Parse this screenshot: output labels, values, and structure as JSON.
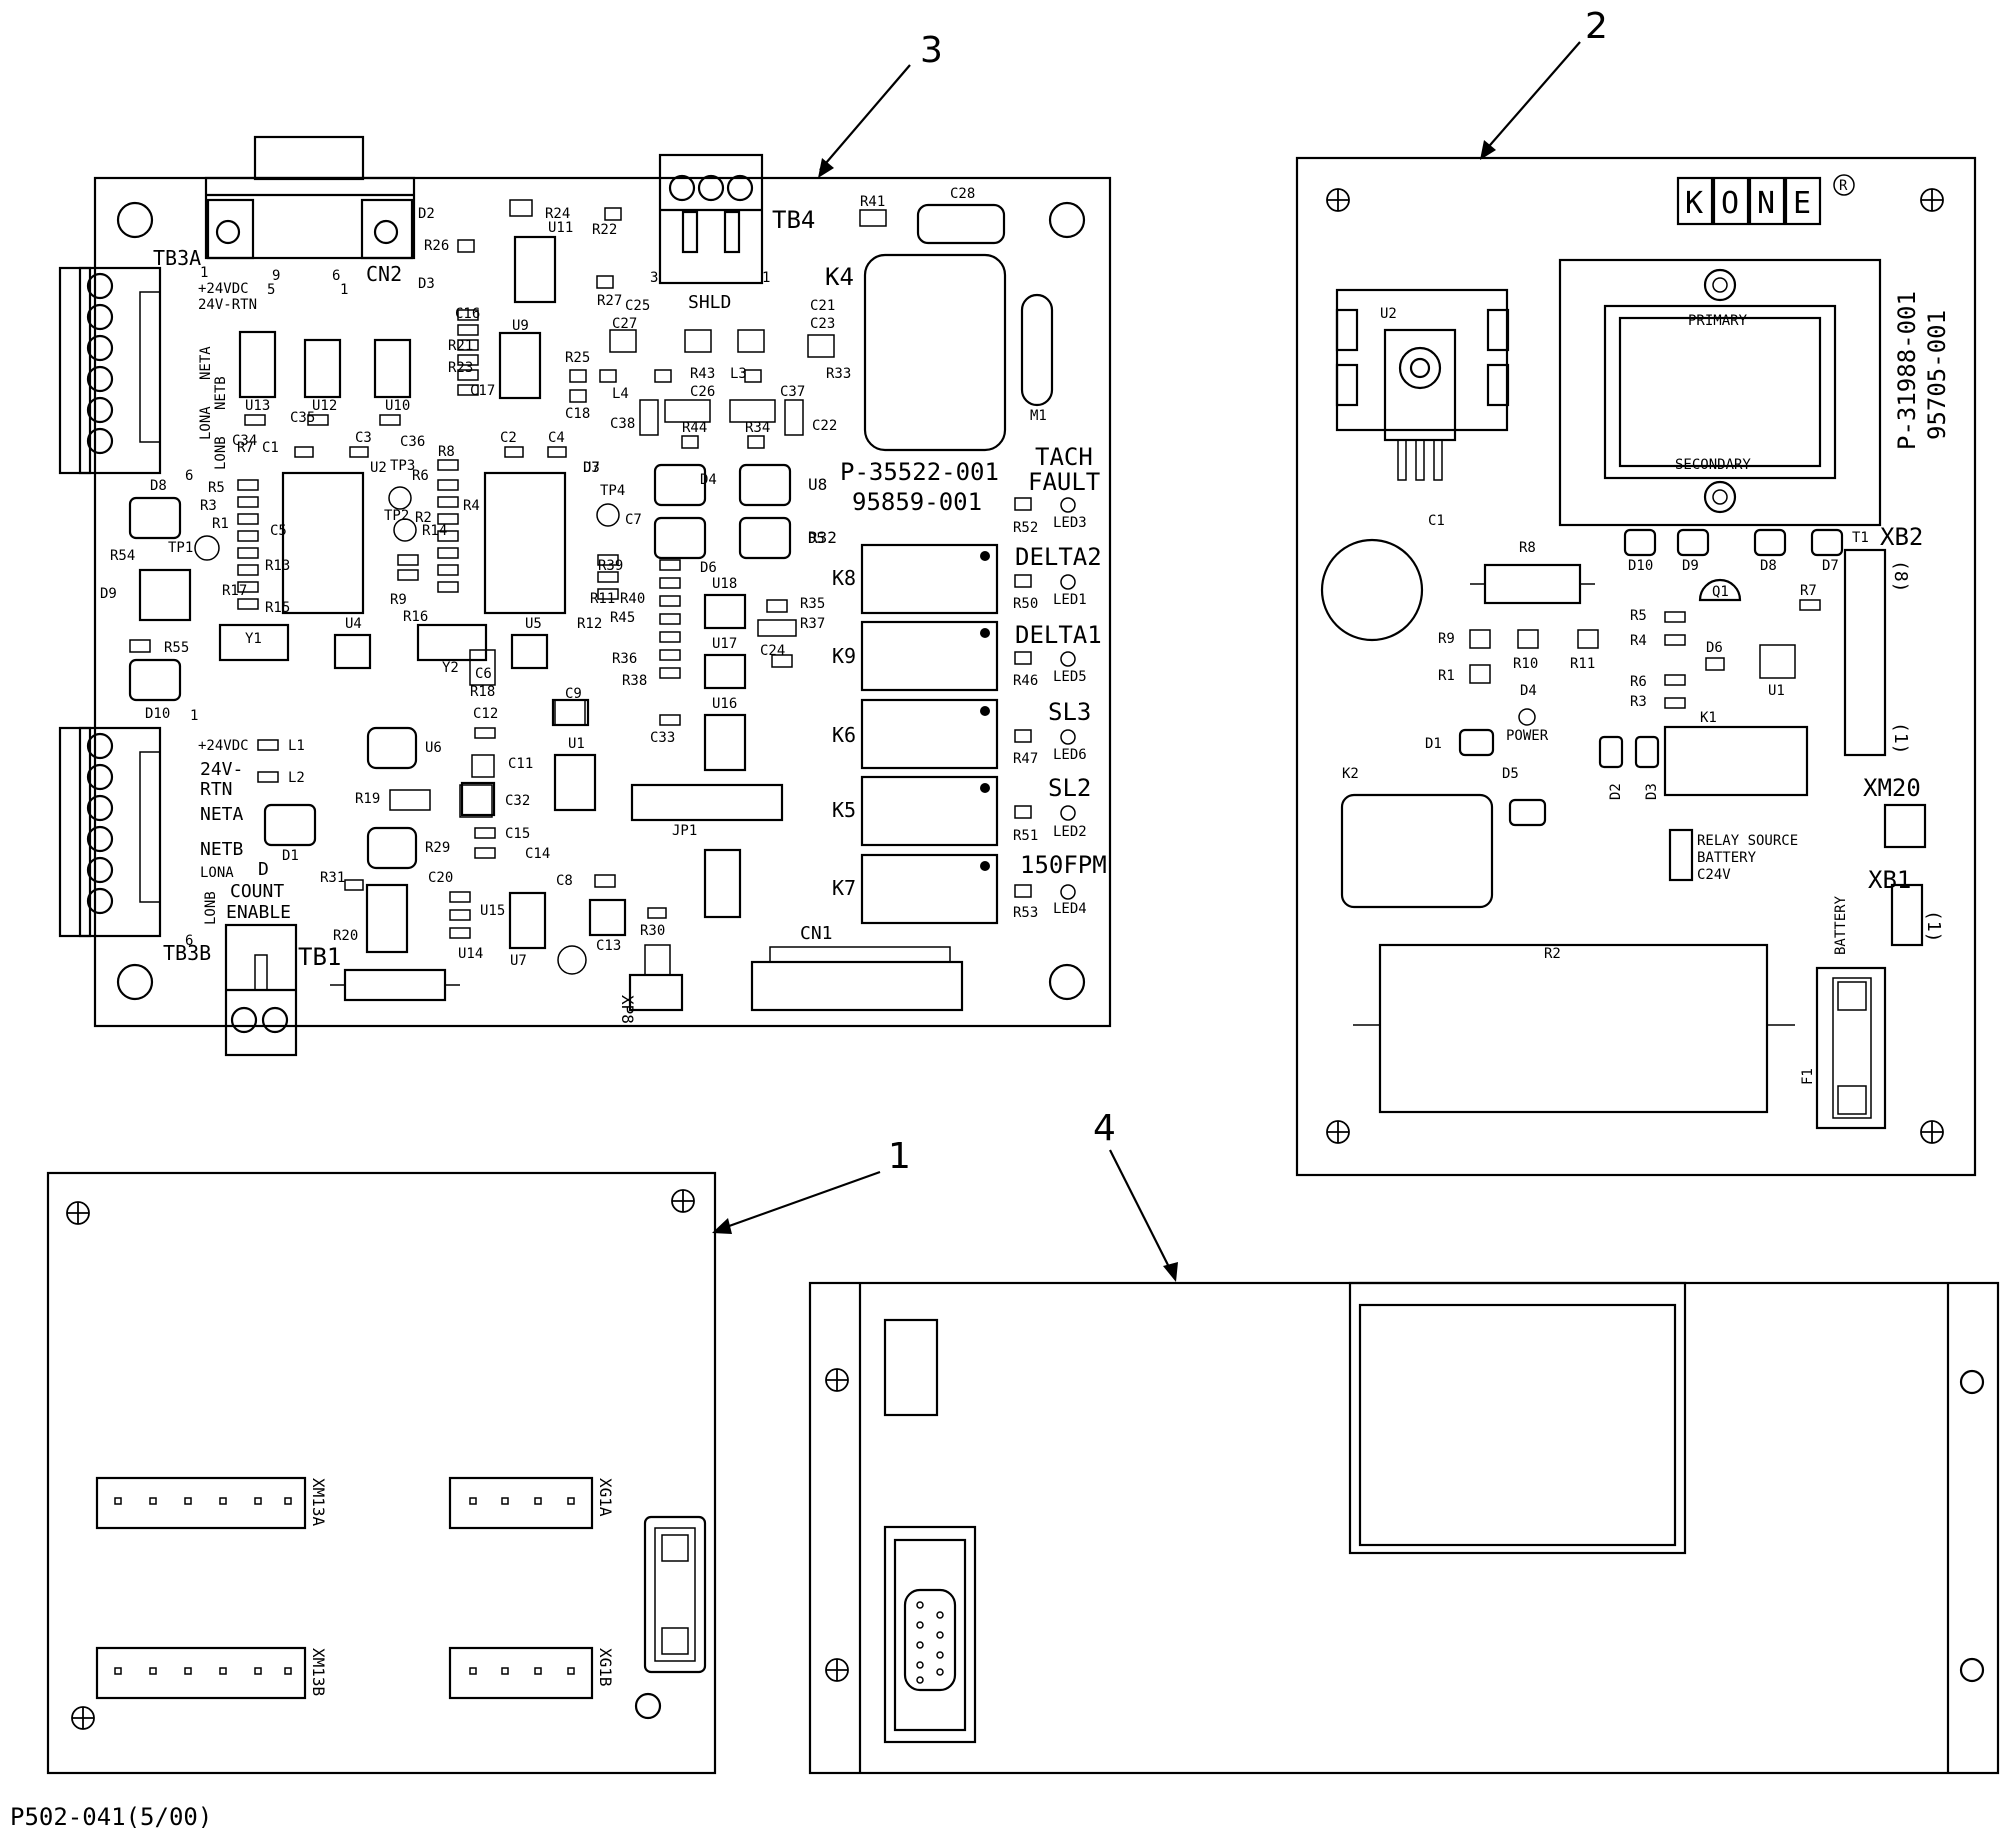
{
  "callouts": {
    "c1": "1",
    "c2": "2",
    "c3": "3",
    "c4": "4"
  },
  "footer": {
    "drawing_id": "P502-041(5/00)"
  },
  "board3": {
    "part_no": "P-35522-001",
    "assy_no": "95859-001",
    "tb3a": "TB3A",
    "tb3b": "TB3B",
    "tb1": "TB1",
    "tb4": "TB4",
    "cn1": "CN1",
    "cn2": "CN2",
    "k4": "K4",
    "shld": "SHLD",
    "tb3a_pins": [
      "+24VDC",
      "24V-RTN",
      "NETA",
      "NETB",
      "LONA",
      "LONB"
    ],
    "tb3b_pins": [
      "+24VDC",
      "24V-",
      "RTN",
      "NETA",
      "NETB",
      "LONA",
      "LONB"
    ],
    "count_enable_1": "D",
    "count_enable_2": "COUNT",
    "count_enable_3": "ENABLE",
    "tach_1": "TACH",
    "tach_2": "FAULT",
    "relays": [
      {
        "id": "K8",
        "name": "DELTA2",
        "r": "R50",
        "led": "LED1"
      },
      {
        "id": "K9",
        "name": "DELTA1",
        "r": "R46",
        "led": "LED5"
      },
      {
        "id": "K6",
        "name": "SL3",
        "r": "R47",
        "led": "LED6"
      },
      {
        "id": "K5",
        "name": "SL2",
        "r": "R51",
        "led": "LED2"
      },
      {
        "id": "K7",
        "name": "150FPM",
        "r": "R53",
        "led": "LED4"
      }
    ],
    "tach_r": "R52",
    "tach_led": "LED3",
    "jp1": "JP1",
    "xp8": "XP8",
    "m1": "M1",
    "refs": [
      "D2",
      "R24",
      "R22",
      "U11",
      "R26",
      "D3",
      "R27",
      "R41",
      "C28",
      "C25",
      "C27",
      "C21",
      "C23",
      "C26",
      "C37",
      "C38",
      "C22",
      "R43",
      "R44",
      "R34",
      "L3",
      "L4",
      "R25",
      "R33",
      "C18",
      "C16",
      "R21",
      "R23",
      "C17",
      "U9",
      "U13",
      "U12",
      "U10",
      "C35",
      "C34",
      "C1",
      "C3",
      "C36",
      "R8",
      "C2",
      "C4",
      "U2",
      "U3",
      "TP3",
      "R6",
      "TP4",
      "D7",
      "C7",
      "TP2",
      "R2",
      "R14",
      "R4",
      "R7",
      "R5",
      "R3",
      "R1",
      "TP1",
      "R13",
      "C5",
      "R17",
      "R15",
      "R54",
      "D9",
      "D8",
      "R55",
      "D10",
      "Y1",
      "U4",
      "R16",
      "Y2",
      "U5",
      "C6",
      "R18",
      "R9",
      "R11",
      "R12",
      "R39",
      "R40",
      "R45",
      "R36",
      "R38",
      "D6",
      "U18",
      "U17",
      "C24",
      "R35",
      "R37",
      "C33",
      "U16",
      "D4",
      "D5",
      "C9",
      "C12",
      "U6",
      "L1",
      "L2",
      "D1",
      "C11",
      "U1",
      "R19",
      "C32",
      "C15",
      "C14",
      "U8",
      "R32",
      "R29",
      "R31",
      "C20",
      "U15",
      "U14",
      "R20",
      "U7",
      "C8",
      "C13",
      "R30"
    ]
  },
  "board2": {
    "brand": "KONE",
    "part_no": "P-31988-001",
    "assy_no": "95705-001",
    "primary": "PRIMARY",
    "secondary": "SECONDARY",
    "relay_source_1": "RELAY SOURCE",
    "relay_source_2": "BATTERY",
    "relay_source_3": "C24V",
    "power": "POWER",
    "battery": "BATTERY",
    "xb2": "XB2",
    "xm20": "XM20",
    "xb1": "XB1",
    "xb2_pins": "(8)",
    "xb2_pin1": "(1)",
    "xb1_pin1": "(1)",
    "refs": [
      "U2",
      "C1",
      "R8",
      "D10",
      "D9",
      "D8",
      "D7",
      "T1",
      "R7",
      "Q1",
      "R5",
      "R4",
      "R9",
      "R10",
      "R11",
      "R1",
      "R6",
      "R3",
      "D6",
      "U1",
      "D4",
      "D1",
      "D2",
      "D3",
      "K1",
      "K2",
      "D5",
      "R2",
      "F1"
    ]
  },
  "board1": {
    "connectors": [
      "XM13A",
      "XG1A",
      "XM13B",
      "XG1B"
    ]
  }
}
